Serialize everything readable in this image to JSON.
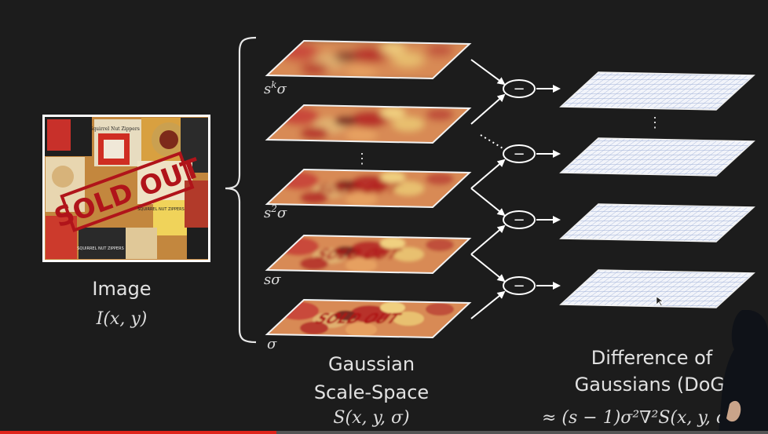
{
  "input": {
    "title": "Image",
    "formula": "I(x, y)",
    "photo_text": [
      "SOLD OUT",
      "Squirrel Nut Zippers",
      "SQUIRREL NUT ZIPPERS",
      "SQUIRREL NUT ZIPPERS"
    ]
  },
  "scale_space": {
    "title_line1": "Gaussian",
    "title_line2": "Scale-Space",
    "formula": "S(x, y, σ)",
    "levels": [
      {
        "base": "s",
        "sup": "k",
        "sym": "σ"
      },
      {
        "base": "",
        "sup": "",
        "sym": "",
        "ellipsis_above": true
      },
      {
        "base": "s",
        "sup": "2",
        "sym": "σ"
      },
      {
        "base": "s",
        "sup": "",
        "sym": "σ"
      },
      {
        "base": "",
        "sup": "",
        "sym": "σ"
      }
    ],
    "ellipsis": "⋮"
  },
  "dog": {
    "title_line1": "Difference of",
    "title_line2": "Gaussians (DoG)",
    "formula": "≈ (s − 1)σ²∇²S(x, y, σ)",
    "minus_symbol": "−",
    "ellipsis": "⋮"
  },
  "video": {
    "progress": 0.36,
    "progress_color": "#e0241b"
  },
  "colors": {
    "background": "#1c1c1c",
    "text": "#e2e2e2",
    "arrow": "#ffffff",
    "dog_grid": "#4a6fb0",
    "dog_fill": "#f2f4fa"
  }
}
